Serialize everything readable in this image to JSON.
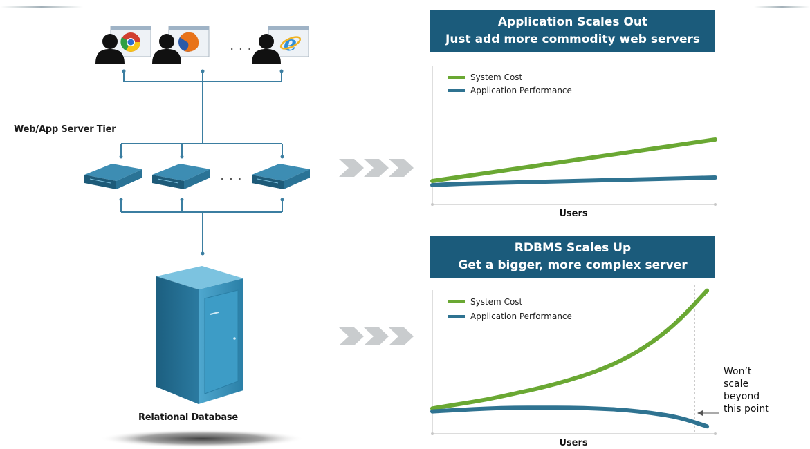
{
  "diagram": {
    "web_tier_label": "Web/App Server Tier",
    "database_label": "Relational Database",
    "client_count_visible": 3,
    "server_count_visible": 3,
    "colors": {
      "header_bg": "#1b5b7b",
      "system_cost": "#6aa833",
      "application_performance": "#2f7391",
      "connector": "#3b7ea1",
      "server": "#2a6e8f",
      "database": "#2f86ad",
      "chevron": "#c9ccce"
    }
  },
  "panels": [
    {
      "title": "Application Scales Out",
      "subtitle": "Just add more commodity web servers",
      "x_axis_label": "Users",
      "legend": [
        "System Cost",
        "Application Performance"
      ]
    },
    {
      "title": "RDBMS Scales Up",
      "subtitle": "Get a bigger, more complex server",
      "x_axis_label": "Users",
      "legend": [
        "System Cost",
        "Application Performance"
      ],
      "annotation": [
        "Won’t",
        "scale",
        "beyond",
        "this point"
      ]
    }
  ],
  "chart_data": [
    {
      "type": "line",
      "title": "Application Scales Out",
      "xlabel": "Users",
      "ylabel": "",
      "x": [
        0,
        1,
        2,
        3,
        4,
        5,
        6,
        7,
        8,
        9,
        10
      ],
      "xlim": [
        0,
        10
      ],
      "ylim": [
        0,
        100
      ],
      "grid": false,
      "legend_position": "top-left",
      "series": [
        {
          "name": "System Cost",
          "color": "#6aa833",
          "values": [
            17,
            20,
            23,
            26,
            29,
            32,
            35,
            38,
            41,
            44,
            47
          ]
        },
        {
          "name": "Application Performance",
          "color": "#2f7391",
          "values": [
            14,
            15,
            15.5,
            16,
            16.5,
            17,
            17.5,
            18,
            18.5,
            19,
            19.5
          ]
        }
      ]
    },
    {
      "type": "line",
      "title": "RDBMS Scales Up",
      "xlabel": "Users",
      "ylabel": "",
      "x": [
        0,
        1,
        2,
        3,
        4,
        5,
        6,
        7,
        8,
        9,
        10
      ],
      "xlim": [
        0,
        10.3
      ],
      "ylim": [
        0,
        100
      ],
      "grid": false,
      "legend_position": "top-left",
      "series": [
        {
          "name": "System Cost",
          "color": "#6aa833",
          "values": [
            17,
            20,
            23,
            27,
            31,
            36,
            42,
            50,
            61,
            76,
            96
          ]
        },
        {
          "name": "Application Performance",
          "color": "#2f7391",
          "values": [
            15,
            16,
            17,
            17.5,
            17.5,
            17.5,
            17,
            16,
            14,
            11,
            5
          ]
        }
      ]
    }
  ]
}
